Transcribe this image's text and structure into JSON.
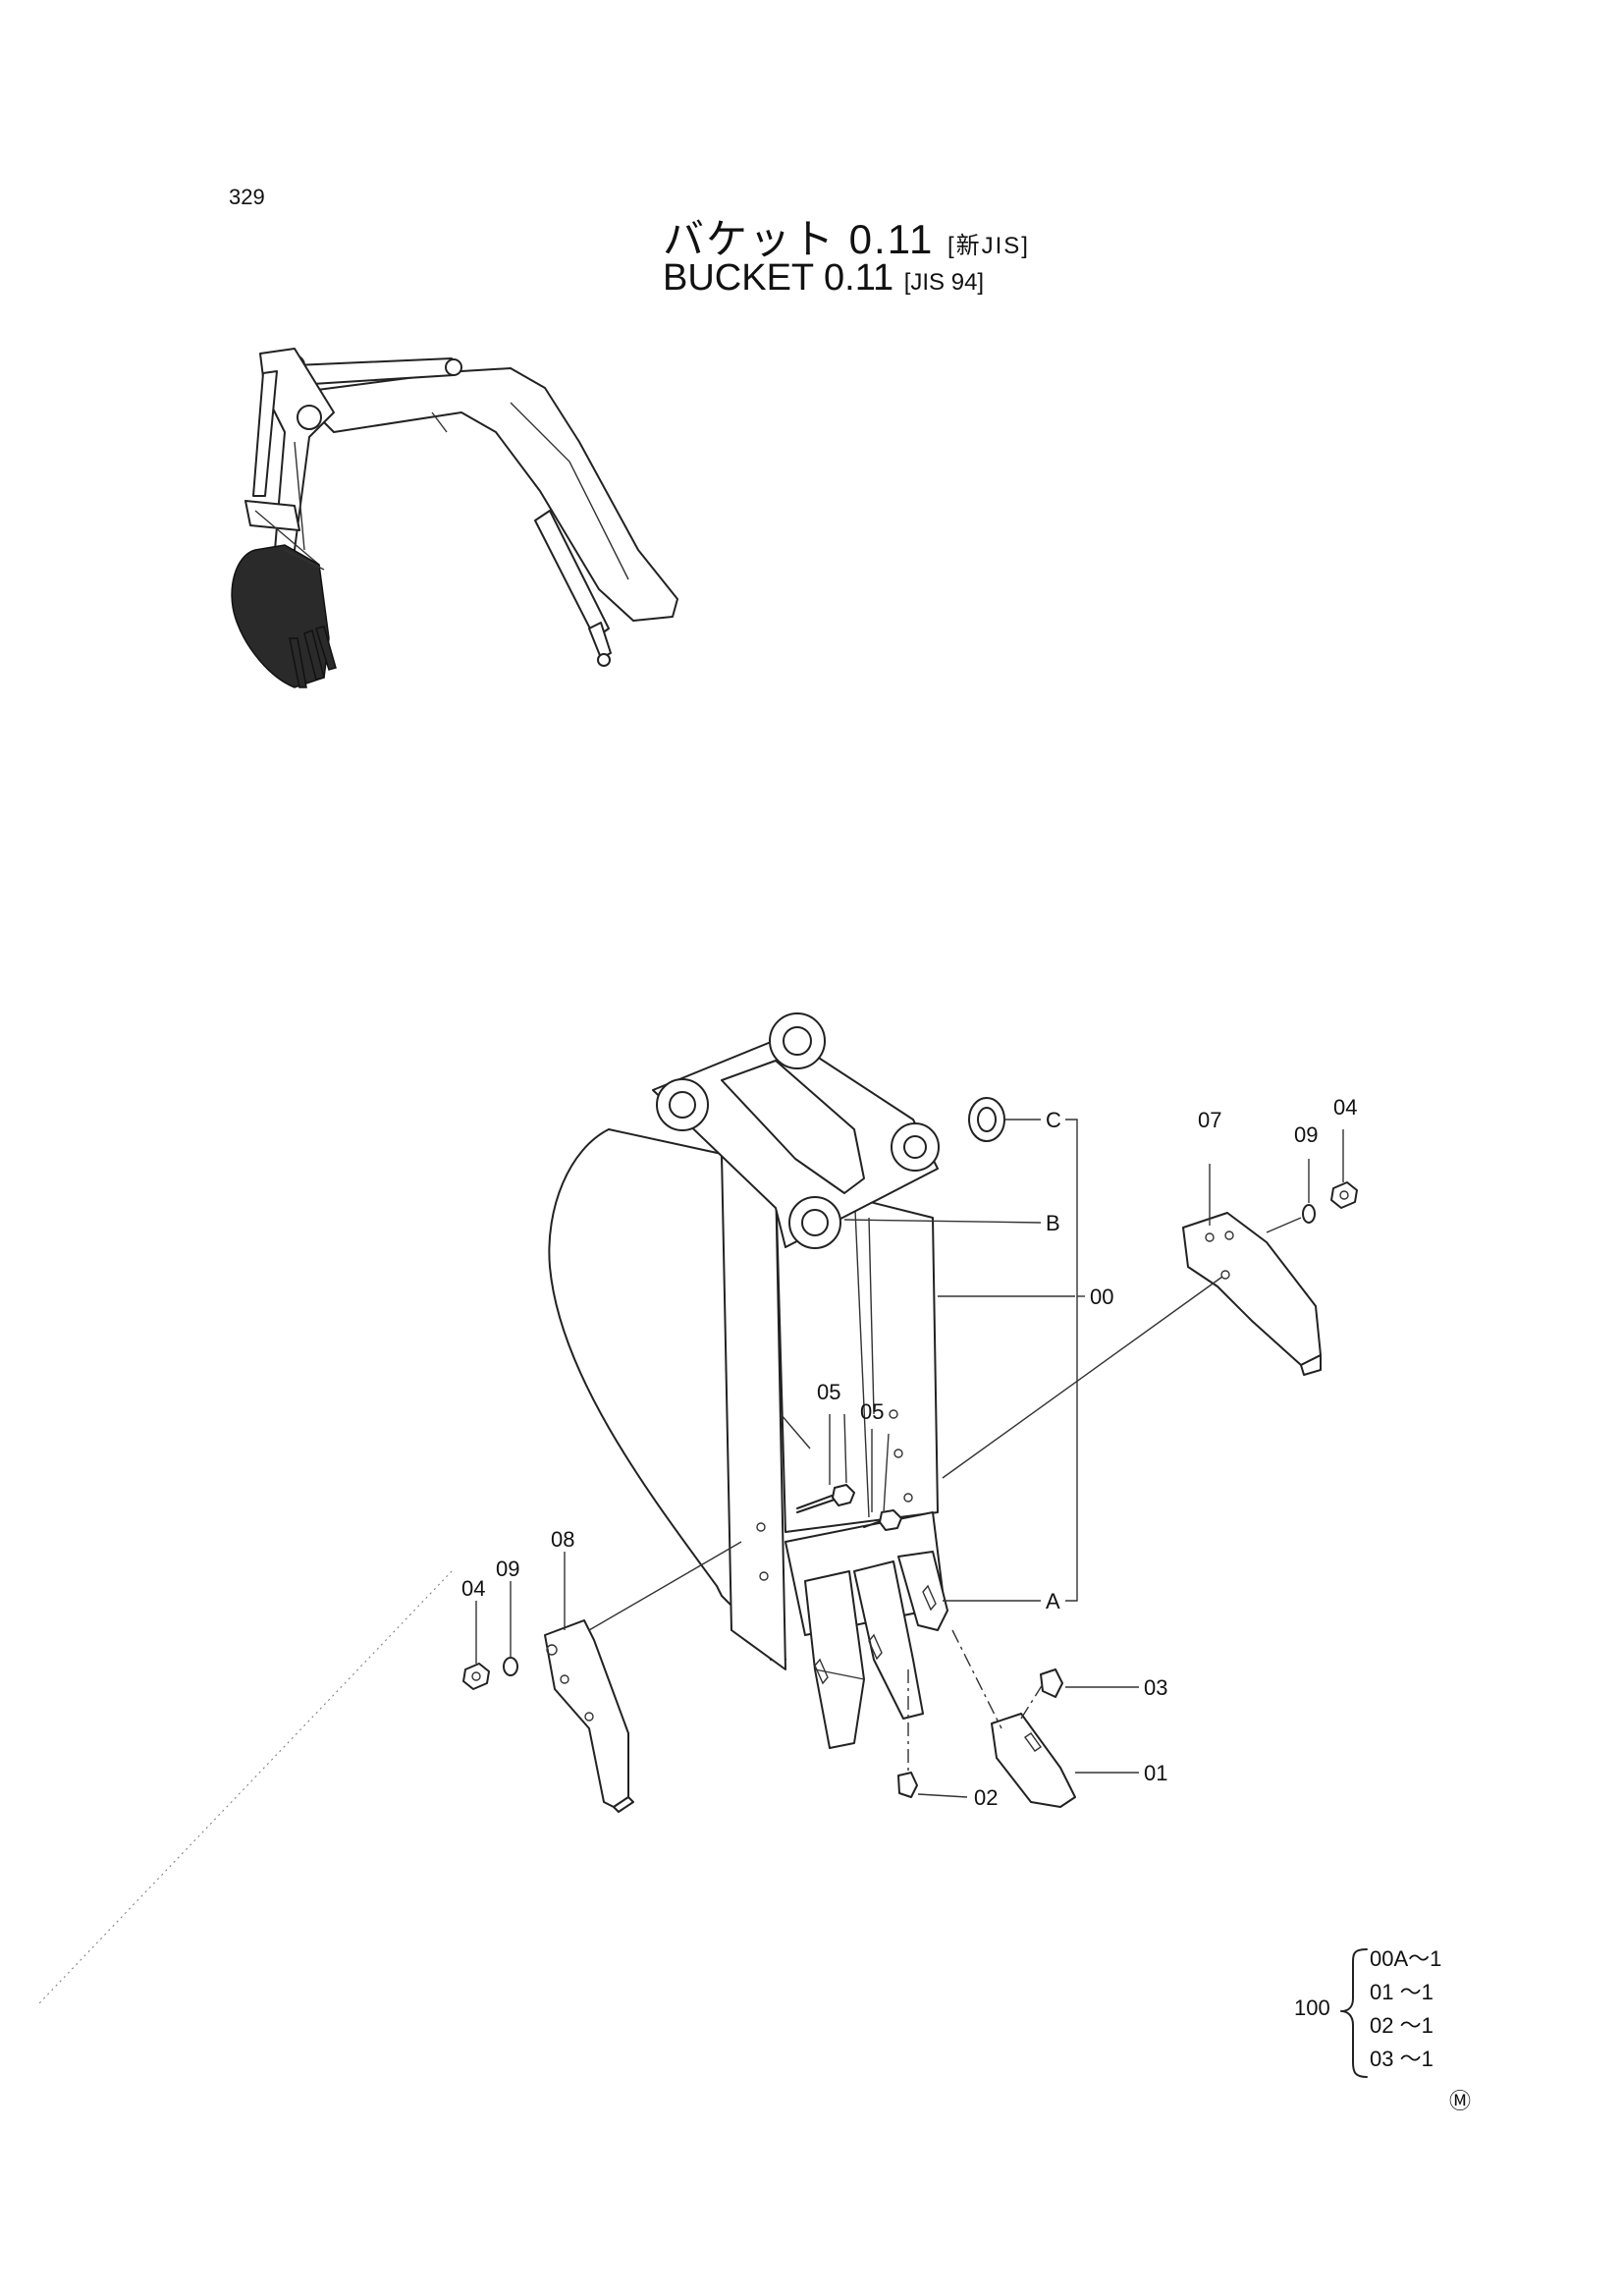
{
  "page_number": "329",
  "title": {
    "jp": "バケット 0.11",
    "jp_std": "[新JIS]",
    "en": "BUCKET  0.11",
    "en_std": "[JIS 94]"
  },
  "callouts": {
    "C": "C",
    "B": "B",
    "A": "A",
    "p00": "00",
    "p01": "01",
    "p02": "02",
    "p03": "03",
    "p04_right": "04",
    "p04_left": "04",
    "p05_a": "05",
    "p05_b": "05",
    "p07": "07",
    "p08": "08",
    "p09_right": "09",
    "p09_left": "09"
  },
  "assembly_set": {
    "number": "100",
    "items": [
      "00A～1",
      "01  ～1",
      "02  ～1",
      "03  ～1"
    ],
    "mark": "Ⓜ"
  }
}
